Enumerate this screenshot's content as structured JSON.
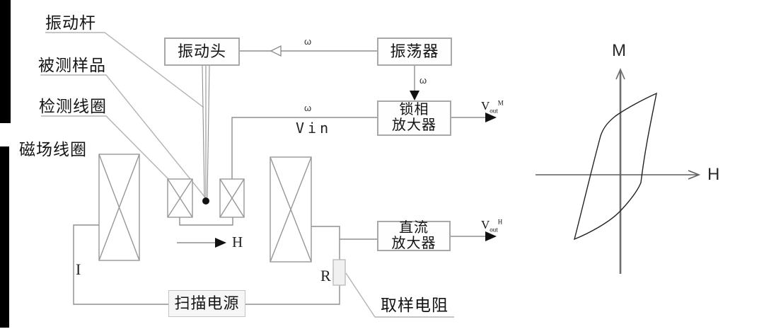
{
  "diagram_title_semantic": "vibrating-sample-magnetometer-schematic",
  "labels": {
    "vibrating_rod": "振动杆",
    "sample_under_test": "被测样品",
    "detection_coil": "检测线圈",
    "field_coil": "磁场线圈",
    "sampling_resistor": "取样电阻",
    "current": "I",
    "resistor": "R",
    "field_arrow": "H",
    "vin": "Vin",
    "omega_top": "ω",
    "omega_mid": "ω",
    "omega_in": "ω"
  },
  "boxes": {
    "vibration_head": "振动头",
    "oscillator": "振荡器",
    "lockin_line1": "锁相",
    "lockin_line2": "放大器",
    "dc_amp_line1": "直流",
    "dc_amp_line2": "放大器",
    "sweep_supply": "扫描电源"
  },
  "outputs": {
    "v": "V",
    "out_sub": "out",
    "m_sup": "M",
    "h_sup": "H"
  },
  "plot": {
    "y_axis_label": "M",
    "x_axis_label": "H",
    "curve_semantic": "hysteresis-loop"
  },
  "colors": {
    "wire": "#8f8f8f",
    "leader": "#b3b3b3",
    "box_border": "#a8a8a8",
    "text": "#141414",
    "loop_curve": "#222222",
    "axis": "#6e6e6e",
    "edge_bar": "#000000"
  }
}
